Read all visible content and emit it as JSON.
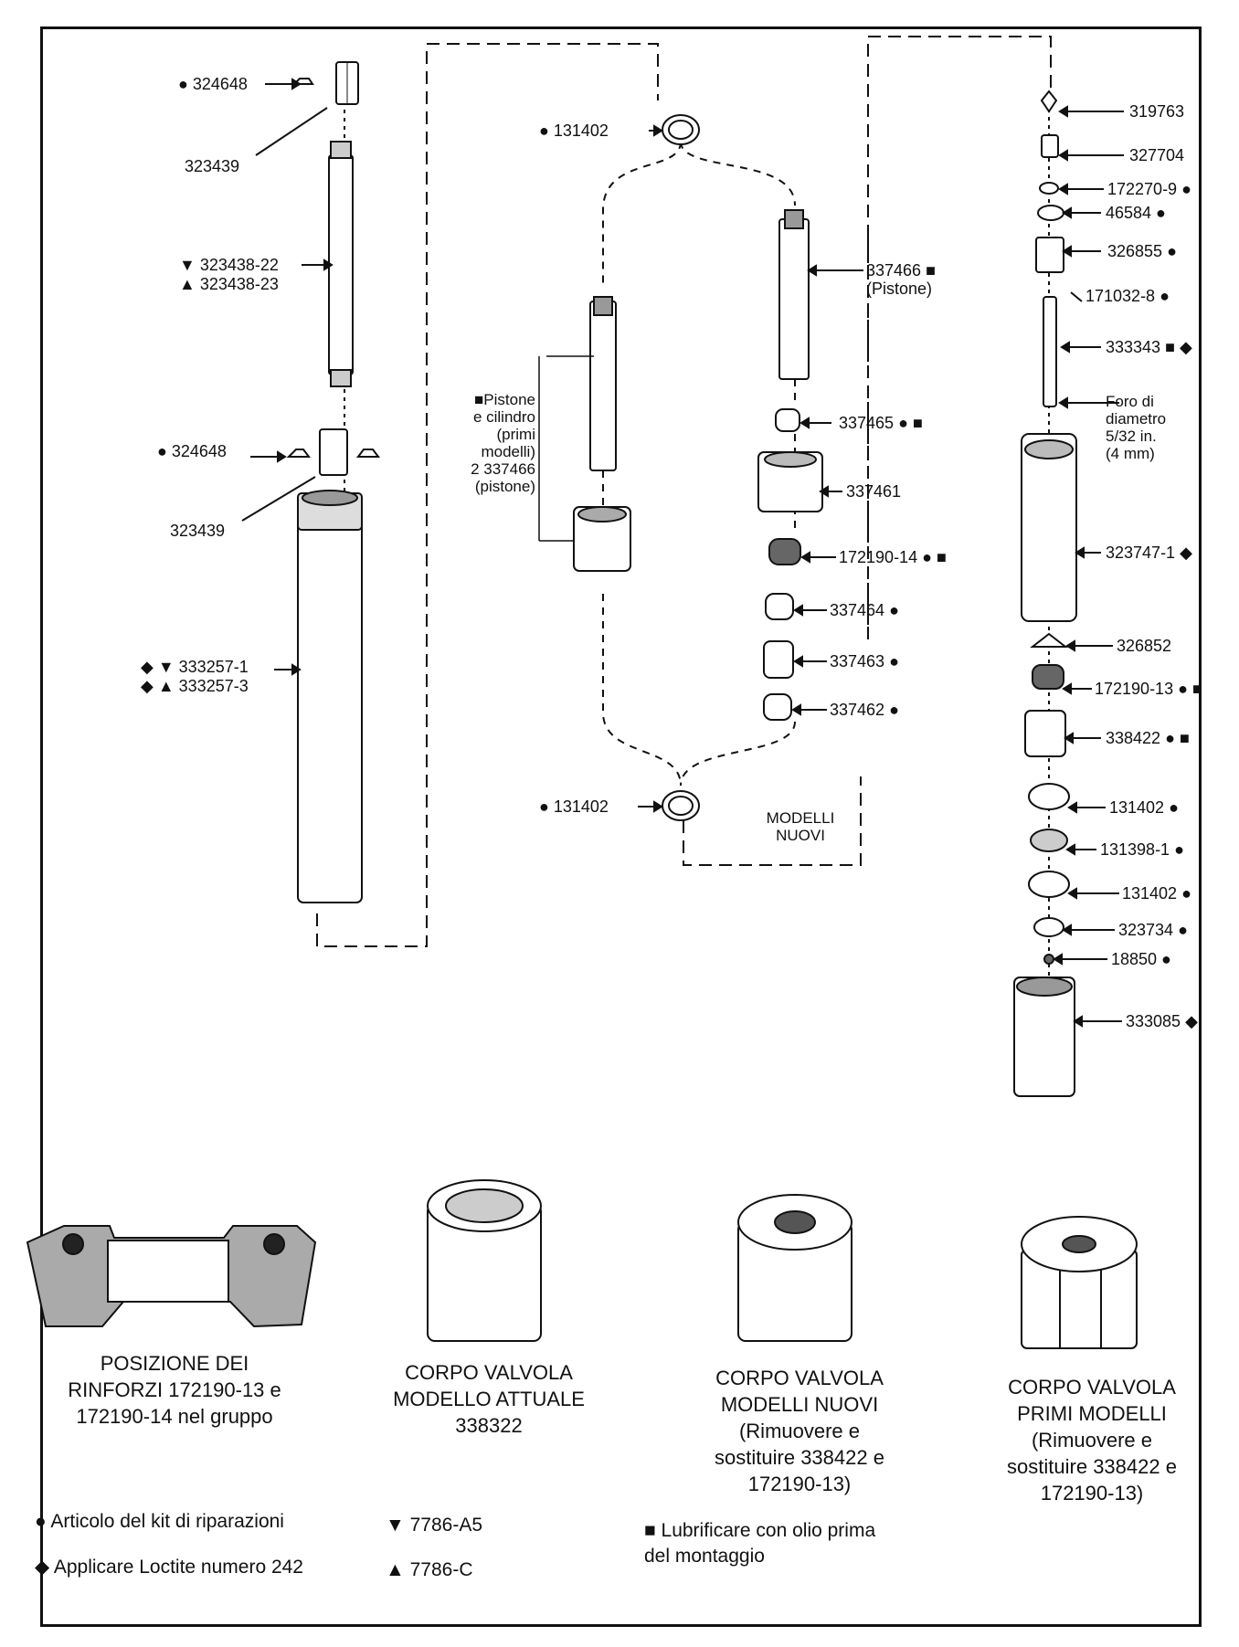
{
  "callouts": {
    "a1": "● 324648",
    "a2": "323439",
    "a3": "▼ 323438-22",
    "a4": "▲ 323438-23",
    "a5": "● 324648",
    "a6": "323439",
    "a7": "◆ ▼ 333257-1",
    "a8": "◆ ▲ 333257-3",
    "b1": "● 131402",
    "b2": "● 131402",
    "c1": "337466 ■",
    "c2": "(Pistone)",
    "c3": "337465 ● ■",
    "c4": "337461",
    "c5": "172190-14 ● ■",
    "c6": "337464 ●",
    "c7": "337463 ●",
    "c8": "337462 ●",
    "d1": "319763",
    "d2": "327704",
    "d3": "172270-9 ●",
    "d4": "46584 ●",
    "d5": "326855 ●",
    "d6": "171032-8 ●",
    "d7": "333343 ■ ◆",
    "d8": "323747-1 ◆",
    "d9": "326852",
    "d10": "172190-13 ● ■",
    "d11": "338422 ● ■",
    "d12": "131402 ●",
    "d13": "131398-1 ●",
    "d14": "131402 ●",
    "d15": "323734 ●",
    "d16": "18850 ●",
    "d17": "333085 ◆"
  },
  "notes": {
    "early_models": "■Pistone\ne cilindro\n(primi\nmodelli)\n2 337466\n(pistone)",
    "new_models": "MODELLI\nNUOVI",
    "hole": "Foro di\ndiametro\n5/32 in.\n(4 mm)"
  },
  "captions": {
    "rinforzi": "POSIZIONE DEI\nRINFORZI 172190-13 e\n172190-14 nel gruppo",
    "attuale": "CORPO VALVOLA\nMODELLO ATTUALE\n338322",
    "nuovi": "CORPO VALVOLA\nMODELLI NUOVI\n(Rimuovere e\nsostituire 338422 e\n172190-13)",
    "primi": "CORPO VALVOLA\nPRIMI MODELLI\n(Rimuovere e\nsostituire 338422 e\n172190-13)"
  },
  "legend": {
    "kit": "● Articolo del kit di riparazioni",
    "loctite": "◆ Applicare Loctite numero 242",
    "a5": "▼ 7786-A5",
    "c": "▲ 7786-C",
    "lube": "■ Lubrificare con olio prima\ndel montaggio"
  }
}
